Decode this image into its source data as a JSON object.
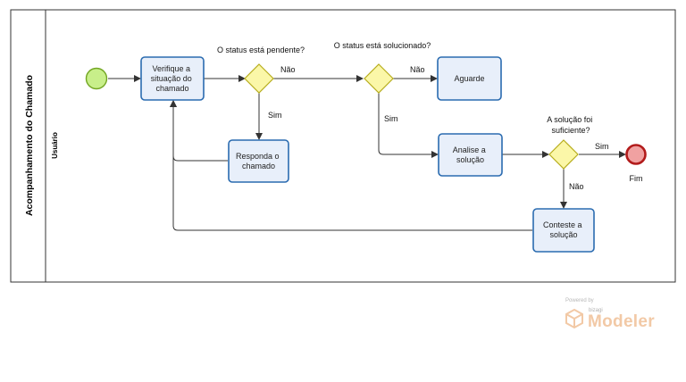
{
  "pool": {
    "title": "Acompanhamento do Chamado",
    "lane": "Usuário"
  },
  "tasks": {
    "verifique": [
      "Verifique a",
      "situação do",
      "chamado"
    ],
    "responda": [
      "Responda o",
      "chamado"
    ],
    "aguarde": [
      "Aguarde"
    ],
    "analise": [
      "Analise a",
      "solução"
    ],
    "conteste": [
      "Conteste a",
      "solução"
    ]
  },
  "gateways": {
    "pendente": "O status está pendente?",
    "solucionado": "O status está solucionado?",
    "suficiente": [
      "A solução foi",
      "suficiente?"
    ]
  },
  "flow_labels": {
    "pendente_nao": "Não",
    "pendente_sim": "Sim",
    "solucionado_nao": "Não",
    "solucionado_sim": "Sim",
    "suficiente_sim": "Sim",
    "suficiente_nao": "Não"
  },
  "events": {
    "end_label": "Fim"
  },
  "colors": {
    "task_fill": "#e8effa",
    "task_stroke": "#2a6bb0",
    "gateway_fill": "#fbf7a8",
    "gateway_stroke": "#b7ad1d",
    "start_fill": "#c8ef8a",
    "start_stroke": "#72a622",
    "end_fill": "#f0a1a1",
    "end_stroke": "#b21b1b",
    "line": "#333333"
  },
  "watermark": {
    "powered": "Powered by",
    "brand": "bizagi",
    "product": "Modeler"
  }
}
